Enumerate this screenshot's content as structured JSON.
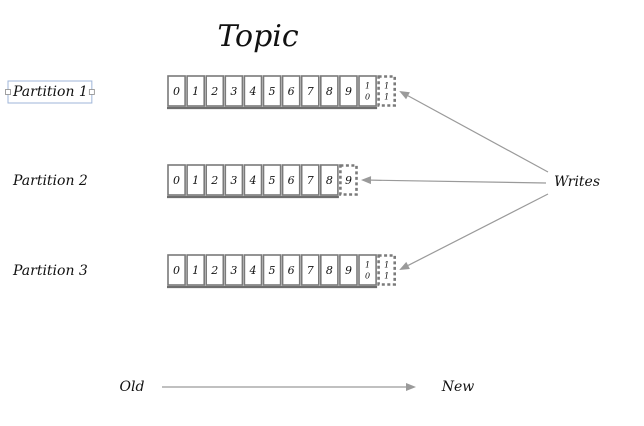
{
  "title": "Topic",
  "partitions": [
    {
      "label": "Partition 1",
      "selected": true,
      "cells": [
        "0",
        "1",
        "2",
        "3",
        "4",
        "5",
        "6",
        "7",
        "8",
        "9",
        "10"
      ],
      "next_offset": "11"
    },
    {
      "label": "Partition 2",
      "selected": false,
      "cells": [
        "0",
        "1",
        "2",
        "3",
        "4",
        "5",
        "6",
        "7",
        "8"
      ],
      "next_offset": "9"
    },
    {
      "label": "Partition 3",
      "selected": false,
      "cells": [
        "0",
        "1",
        "2",
        "3",
        "4",
        "5",
        "6",
        "7",
        "8",
        "9",
        "10"
      ],
      "next_offset": "11"
    }
  ],
  "writes_label": "Writes",
  "timeline": {
    "old_label": "Old",
    "new_label": "New"
  },
  "colors": {
    "cell_border": "#7a7a7a",
    "arrow": "#9a9a9a",
    "selection": "#9fb6d8"
  }
}
